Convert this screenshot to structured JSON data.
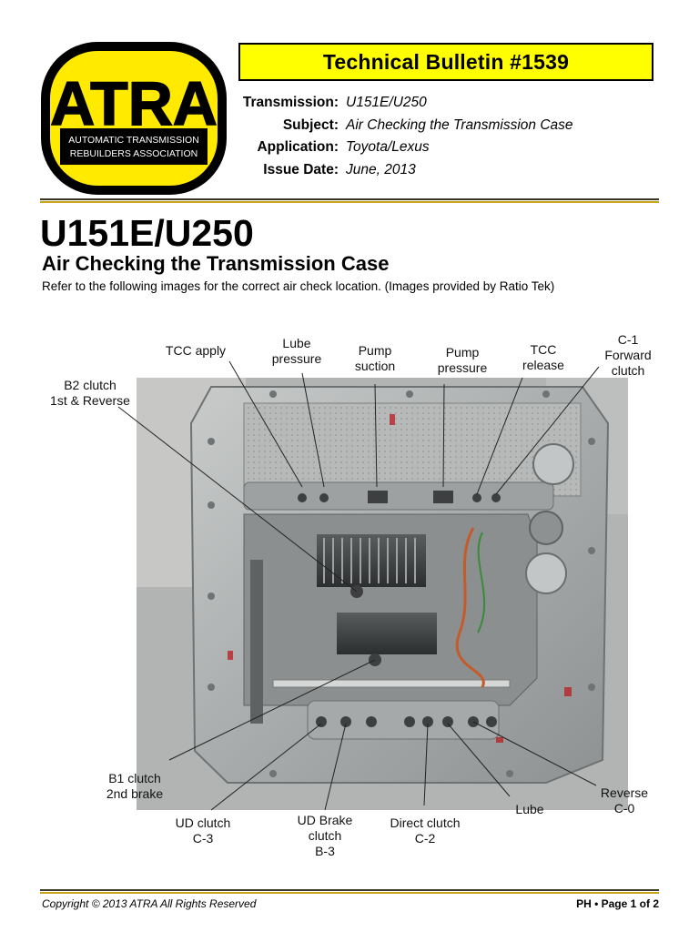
{
  "logo": {
    "wordmark": "ATRA",
    "line1": "AUTOMATIC TRANSMISSION",
    "line2": "REBUILDERS  ASSOCIATION",
    "colors": {
      "outer": "#000000",
      "inner": "#ffea00"
    }
  },
  "banner": {
    "title": "Technical Bulletin #1539",
    "color": "#ffff00"
  },
  "info": [
    {
      "label": "Transmission:",
      "value": "U151E/U250"
    },
    {
      "label": "Subject:",
      "value": "Air Checking the Transmission Case"
    },
    {
      "label": "Application:",
      "value": "Toyota/Lexus"
    },
    {
      "label": "Issue Date:",
      "value": "June, 2013"
    }
  ],
  "heading": {
    "title": "U151E/U250",
    "subtitle": "Air Checking the Transmission Case",
    "intro": "Refer to the following images for the correct air check location. (Images provided by Ratio Tek)"
  },
  "photo_labels": {
    "tcc_apply": "TCC apply",
    "lube_pressure": "Lube\npressure",
    "pump_suction": "Pump\nsuction",
    "pump_pressure": "Pump\npressure",
    "tcc_release": "TCC\nrelease",
    "c1_forward": "C-1\nForward\nclutch",
    "b2_clutch": "B2 clutch\n1st & Reverse",
    "b1_clutch": "B1 clutch\n2nd brake",
    "ud_clutch": "UD clutch\nC-3",
    "ud_brake": "UD Brake\nclutch\nB-3",
    "direct_clutch": "Direct clutch\nC-2",
    "lube": "Lube",
    "reverse": "Reverse\nC-0"
  },
  "footer": {
    "copyright": "Copyright © 2013 ATRA All Rights Reserved",
    "page": "PH • Page 1 of 2"
  },
  "colors": {
    "rule_dark": "#3b3524",
    "rule_gold": "#c9a31c"
  }
}
